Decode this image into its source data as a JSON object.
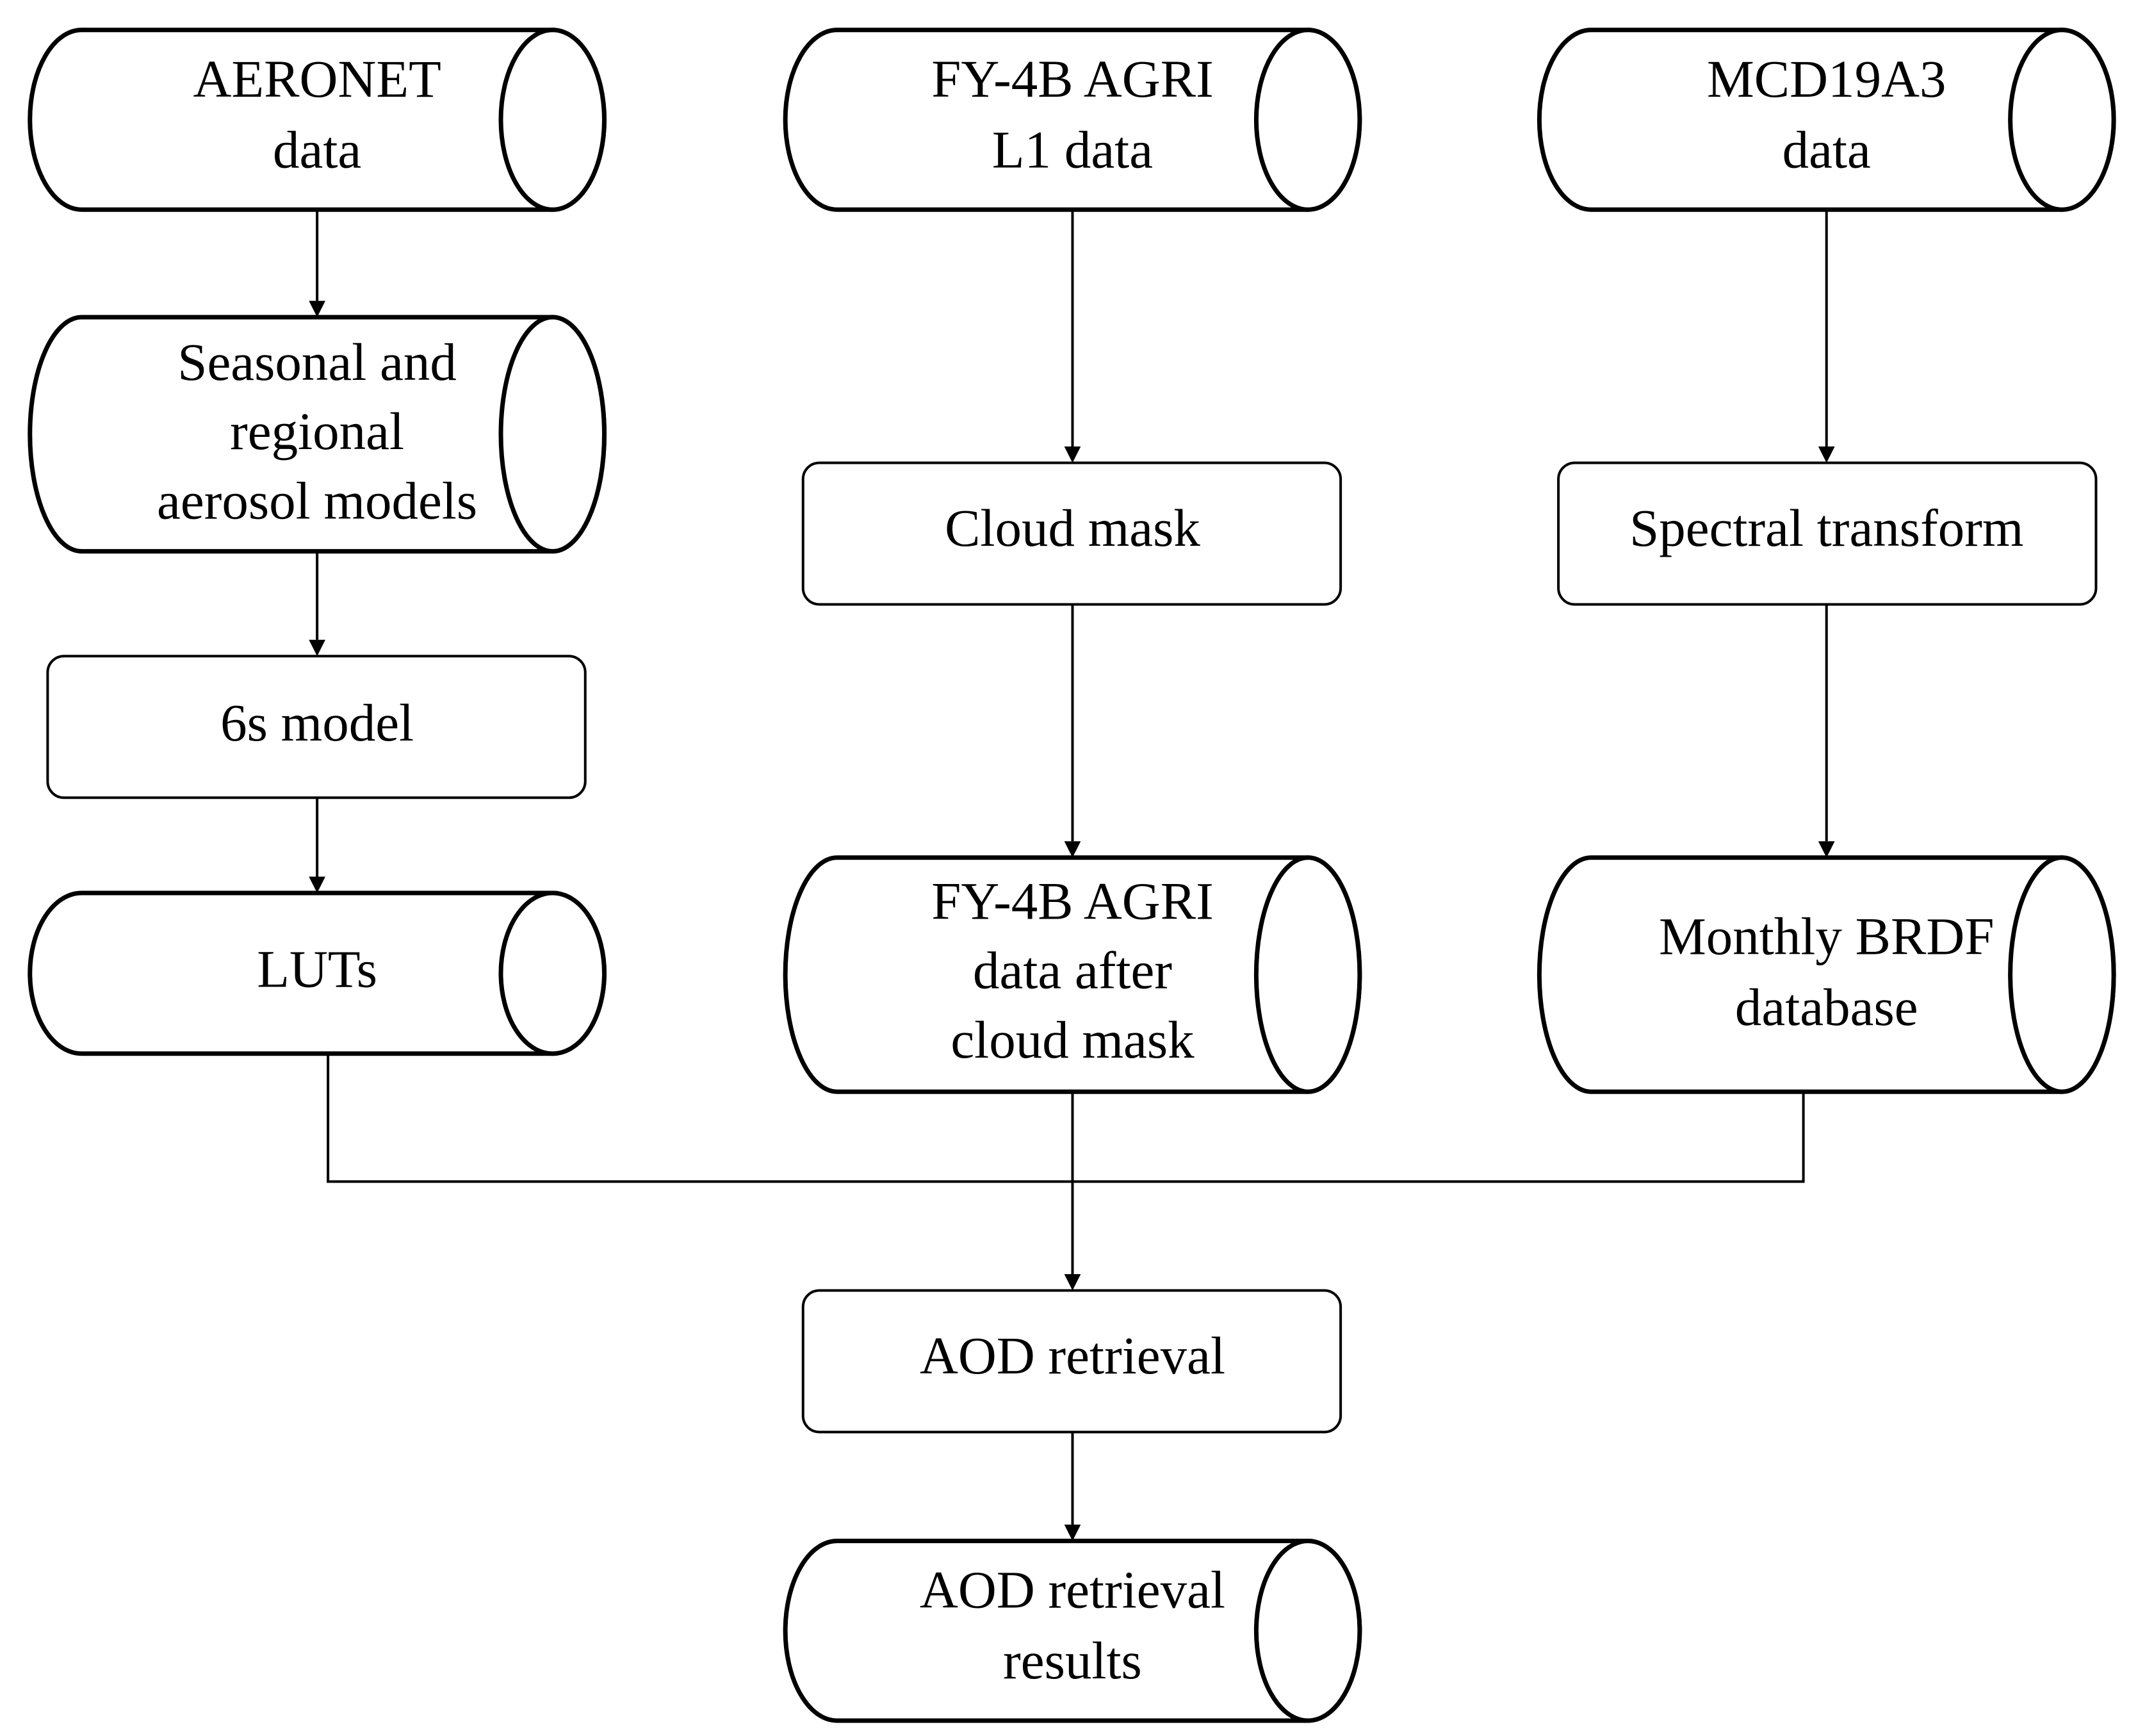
{
  "nodes": {
    "aeronet": {
      "lines": [
        "AERONET",
        "data"
      ]
    },
    "fy4b_l1": {
      "lines": [
        "FY-4B AGRI",
        "L1 data"
      ]
    },
    "mcd19a3": {
      "lines": [
        "MCD19A3",
        "data"
      ]
    },
    "aerosol_models": {
      "lines": [
        "Seasonal and",
        "regional",
        "aerosol models"
      ]
    },
    "cloud_mask": {
      "lines": [
        "Cloud mask"
      ]
    },
    "spectral_transform": {
      "lines": [
        "Spectral transform"
      ]
    },
    "sixs_model": {
      "lines": [
        "6s model"
      ]
    },
    "luts": {
      "lines": [
        "LUTs"
      ]
    },
    "fy4b_after_mask": {
      "lines": [
        "FY-4B AGRI",
        "data after",
        "cloud mask"
      ]
    },
    "brdf_database": {
      "lines": [
        "Monthly BRDF",
        "database"
      ]
    },
    "aod_retrieval": {
      "lines": [
        "AOD retrieval"
      ]
    },
    "aod_results": {
      "lines": [
        "AOD retrieval",
        "results"
      ]
    }
  },
  "edges": [
    {
      "from": "aeronet",
      "to": "aerosol_models"
    },
    {
      "from": "aerosol_models",
      "to": "sixs_model"
    },
    {
      "from": "sixs_model",
      "to": "luts"
    },
    {
      "from": "fy4b_l1",
      "to": "cloud_mask"
    },
    {
      "from": "cloud_mask",
      "to": "fy4b_after_mask"
    },
    {
      "from": "mcd19a3",
      "to": "spectral_transform"
    },
    {
      "from": "spectral_transform",
      "to": "brdf_database"
    },
    {
      "from": "luts",
      "to": "aod_retrieval"
    },
    {
      "from": "fy4b_after_mask",
      "to": "aod_retrieval"
    },
    {
      "from": "brdf_database",
      "to": "aod_retrieval"
    },
    {
      "from": "aod_retrieval",
      "to": "aod_results"
    }
  ]
}
